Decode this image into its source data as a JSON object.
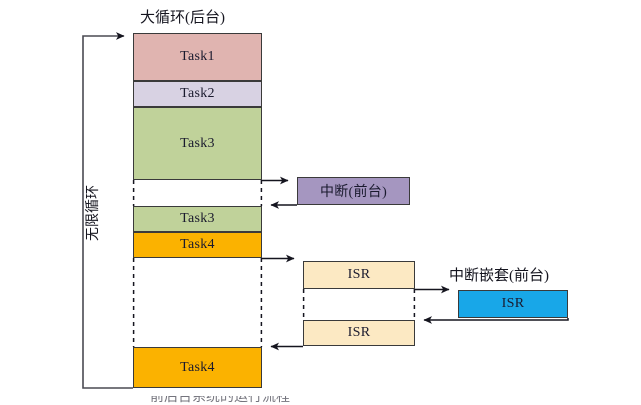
{
  "diagram": {
    "title_main": "大循环(后台)",
    "label_foreground_interrupt": "中断(前台)",
    "label_nested_interrupt": "中断嵌套(前台)",
    "label_infinite_loop": "无限循环",
    "bottom_caption": "前后台系统的运行流程",
    "colors": {
      "task1": "#E0B4B0",
      "task2": "#D8D2E3",
      "task3": "#C0D29A",
      "task4": "#FBB200",
      "interrupt": "#A596C0",
      "isr": "#FCE9C3",
      "nested_isr": "#18A7E8",
      "stroke": "#3a3a3a",
      "line": "#4a4a52"
    },
    "background_tasks": [
      {
        "label": "Task1",
        "color_key": "task1"
      },
      {
        "label": "Task2",
        "color_key": "task2"
      },
      {
        "label": "Task3",
        "color_key": "task3"
      },
      {
        "label": "Task3",
        "color_key": "task3"
      },
      {
        "label": "Task4",
        "color_key": "task4"
      },
      {
        "label": "Task4",
        "color_key": "task4"
      }
    ],
    "foreground_blocks": [
      {
        "label": "中断(前台)",
        "color_key": "interrupt"
      },
      {
        "label": "ISR",
        "color_key": "isr"
      },
      {
        "label": "ISR",
        "color_key": "isr"
      },
      {
        "label": "ISR",
        "color_key": "nested_isr"
      }
    ]
  }
}
